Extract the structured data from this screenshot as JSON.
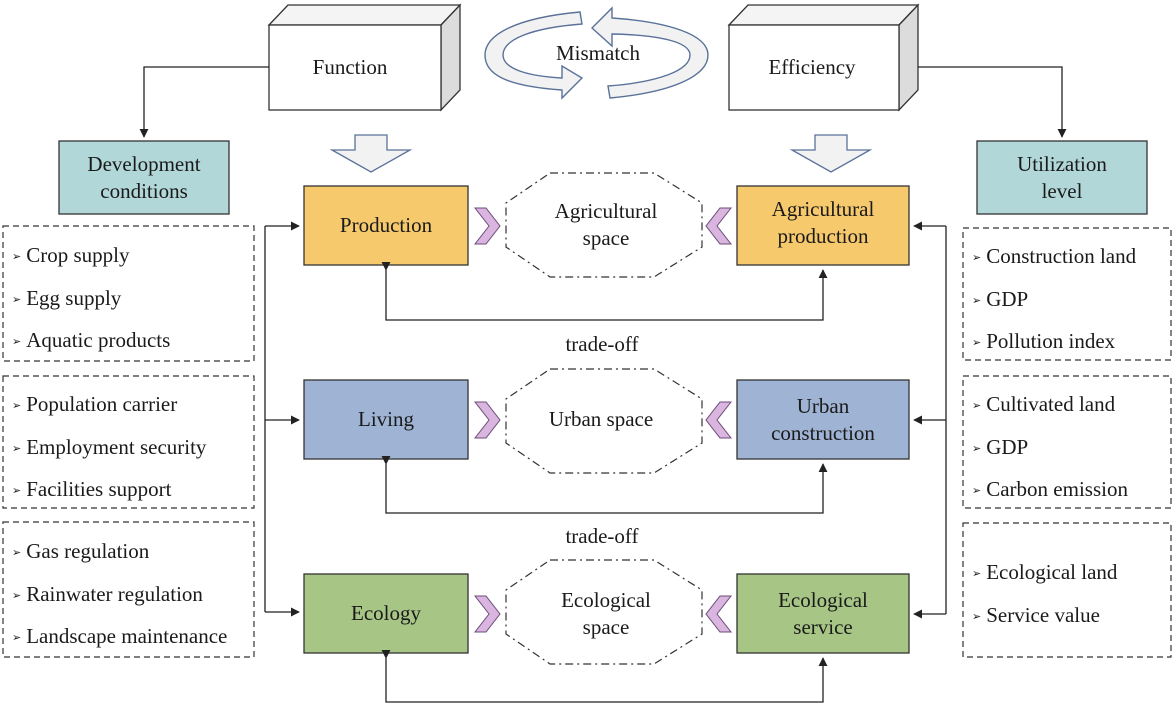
{
  "cube_labels": {
    "function": "Function",
    "efficiency": "Efficiency"
  },
  "mismatch": "Mismatch",
  "side_boxes": {
    "left": [
      "Development",
      "conditions"
    ],
    "right": [
      "Utilization",
      "level"
    ]
  },
  "function_boxes": {
    "production": "Production",
    "living": "Living",
    "ecology": "Ecology"
  },
  "efficiency_boxes": {
    "agricultural": [
      "Agricultural",
      "production"
    ],
    "urban": [
      "Urban",
      "construction"
    ],
    "ecological": [
      "Ecological",
      "service"
    ]
  },
  "spaces": {
    "agricultural": [
      "Agricultural",
      "space"
    ],
    "urban": [
      "Urban space"
    ],
    "ecological": [
      "Ecological",
      "space"
    ]
  },
  "tradeoff_label": "trade-off",
  "left_lists": [
    [
      "Crop supply",
      "Egg supply",
      "Aquatic products"
    ],
    [
      "Population carrier",
      "Employment security",
      "Facilities support"
    ],
    [
      "Gas regulation",
      "Rainwater regulation",
      "Landscape maintenance"
    ]
  ],
  "right_lists": [
    [
      "Construction land",
      "GDP",
      "Pollution index"
    ],
    [
      "Cultivated land",
      "GDP",
      "Carbon emission"
    ],
    [
      "Ecological land",
      "Service value"
    ]
  ],
  "bullet_glyph": "➢",
  "colors": {
    "production": "#f6c96d",
    "living": "#9fb3d4",
    "ecology": "#a7c686",
    "side_box": "#b2d7d9",
    "chevron": "#d9b5df",
    "cube_side": "#e0e0e0"
  }
}
